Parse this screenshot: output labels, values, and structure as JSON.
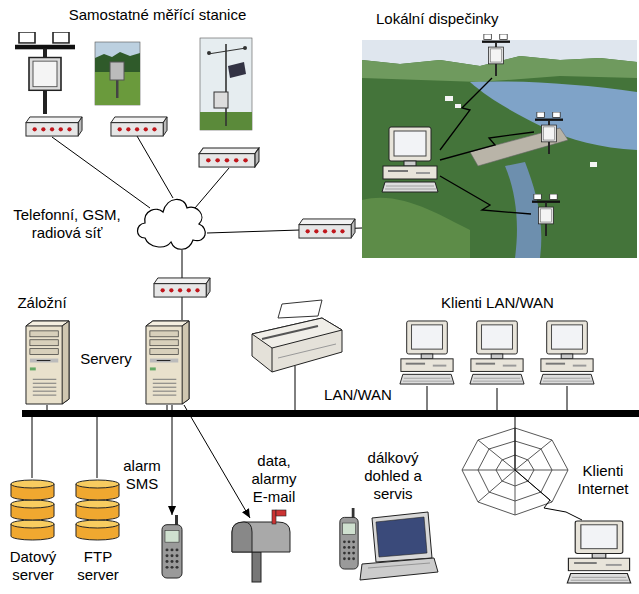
{
  "diagram": {
    "nodes": [
      {
        "text": [
          "Samostatné měřící stanice"
        ]
      },
      {
        "text": [
          "Telefonní, GSM, radiová síť"
        ]
      },
      {
        "text": [
          "Lokální dispečinky"
        ]
      },
      {
        "text": [
          "Záložní"
        ]
      },
      {
        "text": [
          "Servery"
        ]
      },
      {
        "text": [
          "LAN/WAN"
        ]
      },
      {
        "text": [
          "Klienti LAN/WAN"
        ]
      },
      {
        "text": [
          "Datový server"
        ]
      },
      {
        "text": [
          "FTP server"
        ]
      },
      {
        "text": [
          "alarm SMS"
        ]
      },
      {
        "text": [
          "data, alarmy E-mail"
        ]
      },
      {
        "text": [
          "dálkový dohled a servis"
        ]
      },
      {
        "text": [
          "Klienti Internet"
        ]
      }
    ],
    "edges": [
      {
        "from": 0,
        "to": 1,
        "arrow": "none"
      },
      {
        "from": 1,
        "to": 2,
        "arrow": "none"
      },
      {
        "from": 1,
        "to": 4,
        "arrow": "none"
      },
      {
        "from": 4,
        "to": 9,
        "arrow": "to"
      },
      {
        "from": 4,
        "to": 10,
        "arrow": "to"
      },
      {
        "from": 5,
        "to": 3,
        "arrow": "none"
      },
      {
        "from": 5,
        "to": 4,
        "arrow": "none"
      },
      {
        "from": 5,
        "to": 6,
        "arrow": "none"
      },
      {
        "from": 5,
        "to": 7,
        "arrow": "none"
      },
      {
        "from": 5,
        "to": 8,
        "arrow": "none"
      },
      {
        "from": 5,
        "to": 12,
        "arrow": "none"
      }
    ]
  }
}
